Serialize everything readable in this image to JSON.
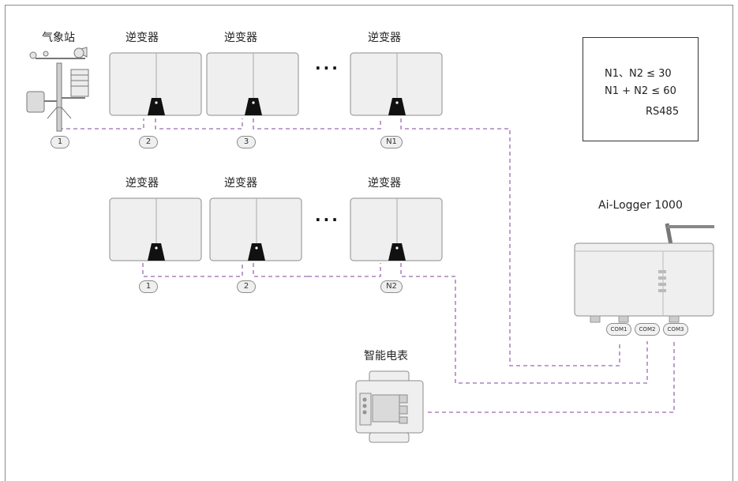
{
  "diagram": {
    "weather_station_label": "气象站",
    "inverter_label": "逆变器",
    "row1_badges": [
      "1",
      "2",
      "3",
      "N1"
    ],
    "row2_badges": [
      "1",
      "2",
      "N2"
    ],
    "ellipsis": "···",
    "logger_label": "Ai-Logger 1000",
    "meter_label": "智能电表",
    "com_ports": [
      "COM1",
      "COM2",
      "COM3"
    ],
    "legend": {
      "line1": "N1、N2 ≤ 30",
      "line2": "N1 + N2 ≤ 60",
      "line3": "RS485"
    },
    "colors": {
      "rs485_line": "#9b6bb0",
      "device_fill": "#efefef",
      "device_stroke": "#8c8c8c"
    }
  }
}
